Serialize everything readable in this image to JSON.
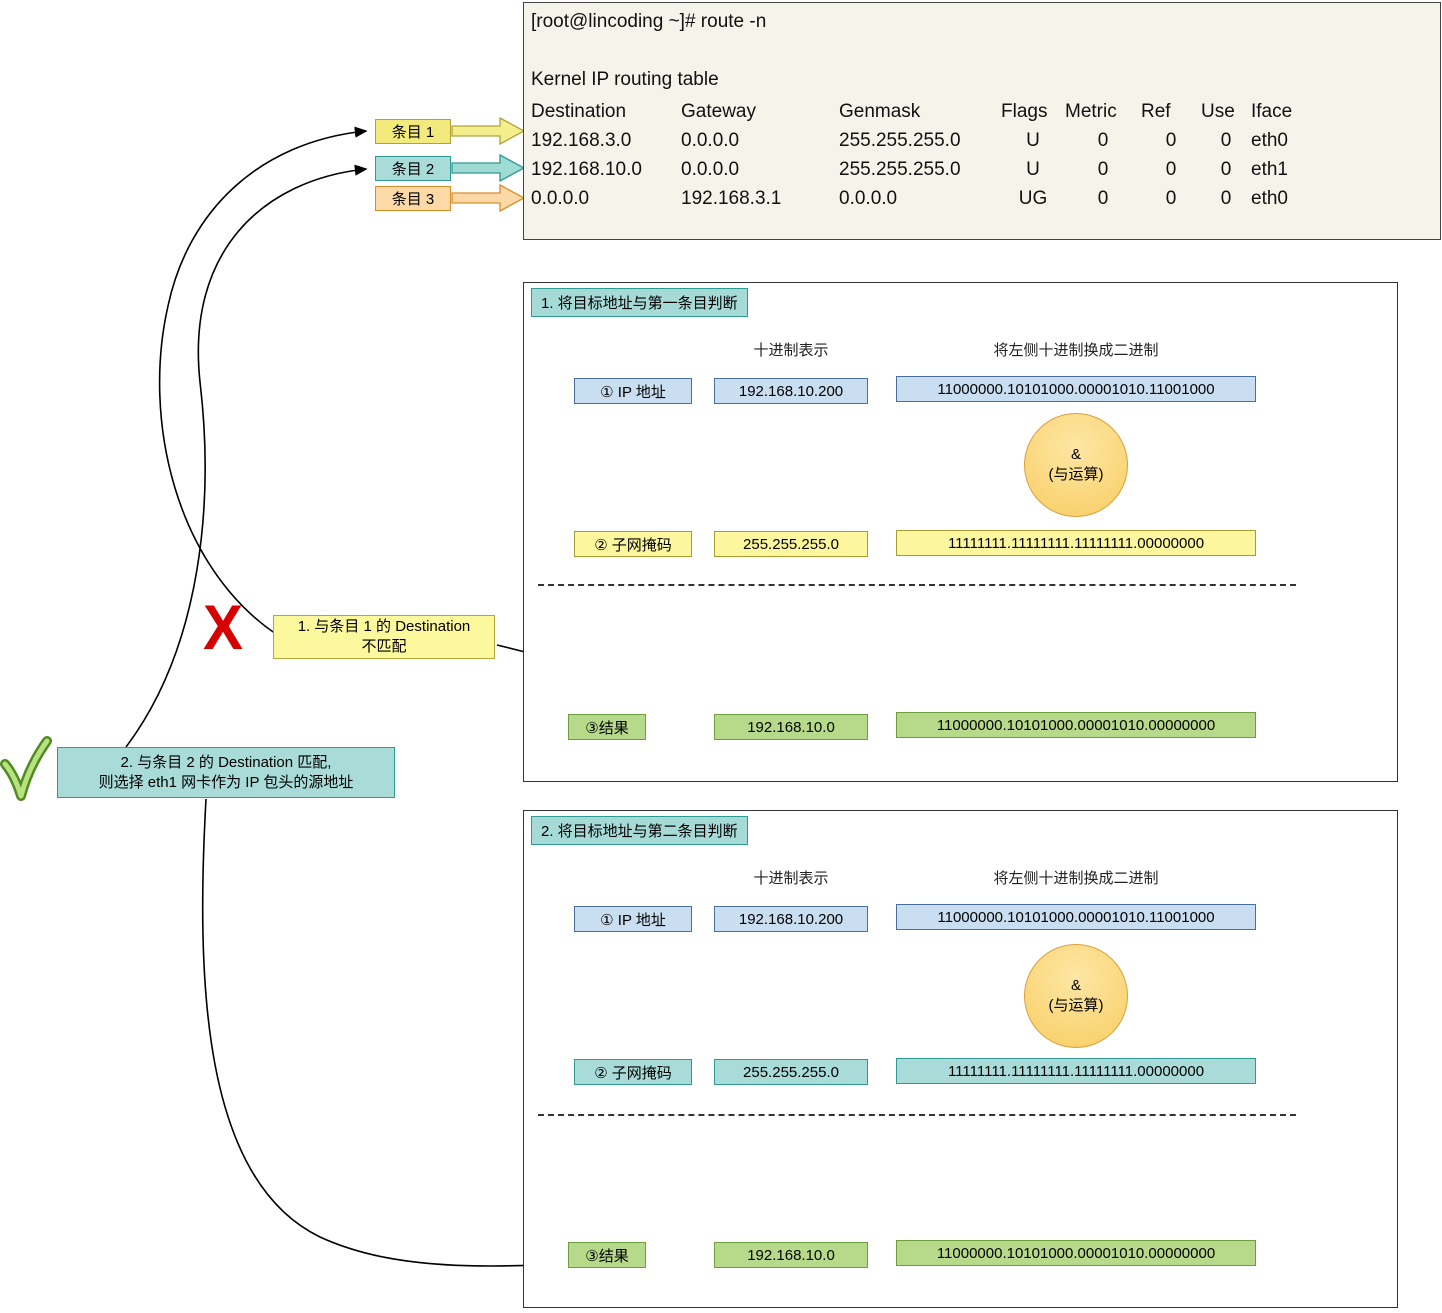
{
  "palette": {
    "entry1_yellow": "#f3ea7d",
    "entry2_cyan": "#a9dcd8",
    "entry3_orange": "#fcd9a6",
    "blue_box": "#cadef2",
    "yellow_box": "#fcf79e",
    "cyan_box": "#a9dcd8",
    "green_box": "#b6da8a",
    "amber_circle": "#f9cd62",
    "x_mark_red": "#d60000",
    "check_green": "#8cc94e"
  },
  "terminal": {
    "prompt": "[root@lincoding ~]# route -n",
    "table_title": "Kernel IP routing table",
    "headers": [
      "Destination",
      "Gateway",
      "Genmask",
      "Flags",
      "Metric",
      "Ref",
      "Use",
      "Iface"
    ],
    "rows": [
      [
        "192.168.3.0",
        "0.0.0.0",
        "255.255.255.0",
        "U",
        "0",
        "0",
        "0",
        "eth0"
      ],
      [
        "192.168.10.0",
        "0.0.0.0",
        "255.255.255.0",
        "U",
        "0",
        "0",
        "0",
        "eth1"
      ],
      [
        "0.0.0.0",
        "192.168.3.1",
        "0.0.0.0",
        "UG",
        "0",
        "0",
        "0",
        "eth0"
      ]
    ]
  },
  "entries": [
    {
      "label": "条目 1"
    },
    {
      "label": "条目 2"
    },
    {
      "label": "条目 3"
    }
  ],
  "annotations": {
    "x_symbol": "X",
    "mismatch_line1": "1. 与条目 1 的 Destination",
    "mismatch_line2": "不匹配",
    "match_line1": "2. 与条目 2  的 Destination 匹配,",
    "match_line2": "则选择 eth1 网卡作为 IP 包头的源地址"
  },
  "sections": [
    {
      "title": "1. 将目标地址与第一条目判断",
      "col_dec": "十进制表示",
      "col_bin": "将左侧十进制换成二进制",
      "ip_label": "① IP 地址",
      "ip_dec": "192.168.10.200",
      "ip_bin": "11000000.10101000.00001010.11001000",
      "op_symbol": "&",
      "op_name": "(与运算)",
      "mask_label": "② 子网掩码",
      "mask_dec": "255.255.255.0",
      "mask_bin": "11111111.11111111.11111111.00000000",
      "result_label": "③结果",
      "result_dec": "192.168.10.0",
      "result_bin": "11000000.10101000.00001010.00000000"
    },
    {
      "title": "2. 将目标地址与第二条目判断",
      "col_dec": "十进制表示",
      "col_bin": "将左侧十进制换成二进制",
      "ip_label": "① IP 地址",
      "ip_dec": "192.168.10.200",
      "ip_bin": "11000000.10101000.00001010.11001000",
      "op_symbol": "&",
      "op_name": "(与运算)",
      "mask_label": "② 子网掩码",
      "mask_dec": "255.255.255.0",
      "mask_bin": "11111111.11111111.11111111.00000000",
      "result_label": "③结果",
      "result_dec": "192.168.10.0",
      "result_bin": "11000000.10101000.00001010.00000000"
    }
  ]
}
